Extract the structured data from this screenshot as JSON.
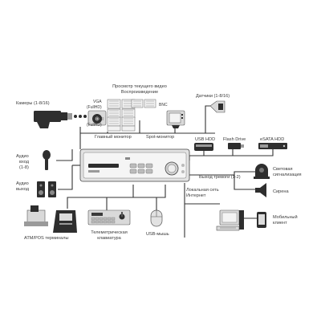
{
  "labels": {
    "cameras": "Камеры (1-8/16)",
    "preview_line1": "Просмотр текущего видео",
    "preview_line2": "Воспроизведение",
    "vga_line1": "VGA",
    "vga_line2": "(FullHD)",
    "hdmi_line1": "HDMI",
    "hdmi_line2": "(FullHD)",
    "bnc": "BNC",
    "main_monitor": "Главный монитор",
    "spot_monitor": "Spot-монитор",
    "sensors": "Датчики (1-8/16)",
    "usb_hdd": "USB HDD",
    "flash_drive": "Flash Drive",
    "esata_hdd": "eSATA HDD",
    "audio_in_line1": "Аудио",
    "audio_in_line2": "вход",
    "audio_in_line3": "(1-8)",
    "audio_out_line1": "Аудио",
    "audio_out_line2": "выход",
    "alarm_out": "Выход тревоги (1-2)",
    "light_signal_line1": "Световая",
    "light_signal_line2": "сигнализация",
    "siren": "Сирена",
    "lan_line1": "Локальная сеть",
    "lan_line2": "Интернет",
    "mobile_line1": "Мобильный",
    "mobile_line2": "клиент",
    "atm_pos": "ATM/POS терминалы",
    "keyboard_line1": "Телеметрическая",
    "keyboard_line2": "клавиатура",
    "usb_mouse": "USB-мышь"
  },
  "colors": {
    "wire": "#333333",
    "device_fill": "#d9d9d9",
    "device_dark": "#2e2e2e",
    "text": "#3a3a3a",
    "background": "#ffffff"
  }
}
